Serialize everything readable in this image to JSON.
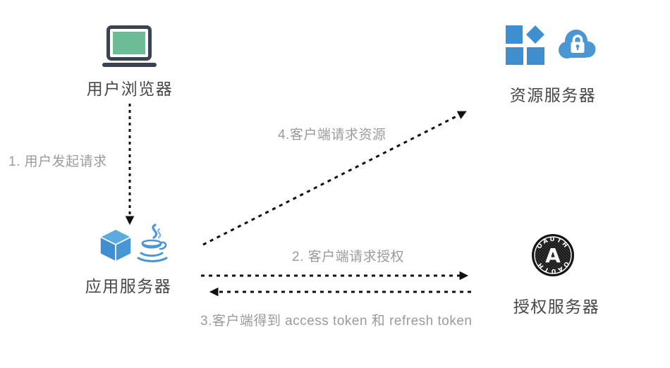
{
  "nodes": {
    "user_browser": {
      "label": "用户浏览器",
      "icon": "laptop-icon"
    },
    "resource_server": {
      "label": "资源服务器",
      "icons": [
        "app-grid-icon",
        "cloud-lock-icon"
      ]
    },
    "app_server": {
      "label": "应用服务器",
      "icons": [
        "cube-icon",
        "java-icon"
      ]
    },
    "auth_server": {
      "label": "授权服务器",
      "icon": "oauth-badge-icon",
      "badge": {
        "top_text": "OAUTH",
        "bottom_text": "OAUTH",
        "center_letter": "A"
      }
    }
  },
  "edges": [
    {
      "step": 1,
      "label": "1. 用户发起请求",
      "from": "user_browser",
      "to": "app_server",
      "style": "dashed-arrow"
    },
    {
      "step": 2,
      "label": "2. 客户端请求授权",
      "from": "app_server",
      "to": "auth_server",
      "style": "dashed-arrow"
    },
    {
      "step": 3,
      "label": "3.客户端得到 access token 和 refresh token",
      "from": "auth_server",
      "to": "app_server",
      "style": "dashed-arrow"
    },
    {
      "step": 4,
      "label": "4.客户端请求资源",
      "from": "app_server",
      "to": "resource_server",
      "style": "dashed-arrow"
    }
  ],
  "colors": {
    "background": "#ffffff",
    "icon_blue": "#4493d2",
    "cube_top_blue": "#5caade",
    "laptop_frame": "#3b4252",
    "laptop_screen_green": "#6cbc97",
    "arrow_black": "#111111",
    "node_label_gray": "#474747",
    "edge_label_gray": "#9b9b9b",
    "badge_black": "#141414"
  }
}
